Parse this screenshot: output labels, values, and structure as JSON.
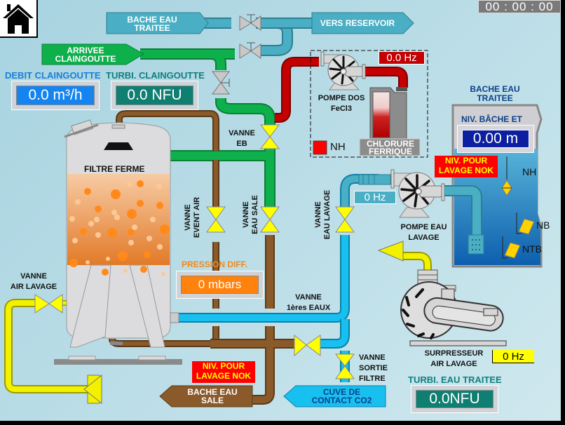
{
  "header": {
    "home_icon": "home-icon",
    "timer": "00 : 00 : 00"
  },
  "colors": {
    "pipe_treated_water": "#4aaec4",
    "pipe_raw_water": "#0db04b",
    "pipe_dirty_water": "#8b5a2b",
    "pipe_air": "#f2f200",
    "pipe_fecl3": "#c40000",
    "pipe_wash_water": "#18c0f0",
    "alarm_red": "#ff0000",
    "alarm_text": "#ffff00"
  },
  "arrows": {
    "bache_eau_traitee": [
      "BACHE EAU",
      "TRAITEE"
    ],
    "vers_reservoir": "VERS RESERVOIR",
    "arrivee_claingoutte": [
      "ARRIVEE",
      "CLAINGOUTTE"
    ],
    "bache_eau_sale": [
      "BACHE EAU",
      "SALE"
    ],
    "cuve_contact": [
      "CUVE DE",
      "CONTACT CO2"
    ]
  },
  "measures": {
    "debit_claingoutte": {
      "title": "DEBIT CLAINGOUTTE",
      "value": "0.0 m³/h"
    },
    "turbi_claingoutte": {
      "title": "TURBI. CLAINGOUTTE",
      "value": "0.0 NFU"
    },
    "pression_diff": {
      "title": "PRESSION DIFF.",
      "value": "0 mbars"
    },
    "turbi_eau_traitee": {
      "title": "TURBI. EAU TRAITEE",
      "value": "0.0NFU"
    },
    "niv_bache_et": {
      "title": "NIV. BÂCHE ET",
      "value": "0.00 m"
    }
  },
  "pumps": {
    "pompe_dos": {
      "label": [
        "POMPE DOS",
        "FeCl3"
      ],
      "freq": "0.0 Hz"
    },
    "pompe_eau_lavage": {
      "label": [
        "POMPE EAU",
        "LAVAGE"
      ],
      "freq": "0 Hz"
    },
    "surpresseur": {
      "label": [
        "SURPRESSEUR",
        "AIR LAVAGE"
      ],
      "freq": "0 Hz"
    }
  },
  "tanks": {
    "chlorure": {
      "label": [
        "CHLORURE",
        "FERRIQUE"
      ],
      "nh_label": "NH"
    },
    "bache_et": {
      "title": [
        "BACHE EAU",
        "TRAITEE"
      ],
      "levels": [
        "NH",
        "NB",
        "NTB"
      ]
    },
    "filtre": {
      "label": "FILTRE FERME"
    }
  },
  "valves": {
    "eb": [
      "VANNE",
      "EB"
    ],
    "event_air": [
      "VANNE",
      "EVENT AIR"
    ],
    "eau_sale": [
      "VANNE",
      "EAU SALE"
    ],
    "eau_lavage": [
      "VANNE",
      "EAU LAVAGE"
    ],
    "air_lavage": [
      "VANNE",
      "AIR LAVAGE"
    ],
    "premieres_eaux": [
      "VANNE",
      "1ères EAUX"
    ],
    "sortie_filtre": [
      "VANNE",
      "SORTIE",
      "FILTRE"
    ]
  },
  "alarms": {
    "niv_lavage_top": [
      "NIV. POUR",
      "LAVAGE NOK"
    ],
    "niv_lavage_bottom": [
      "NIV. POUR",
      "LAVAGE NOK"
    ]
  }
}
